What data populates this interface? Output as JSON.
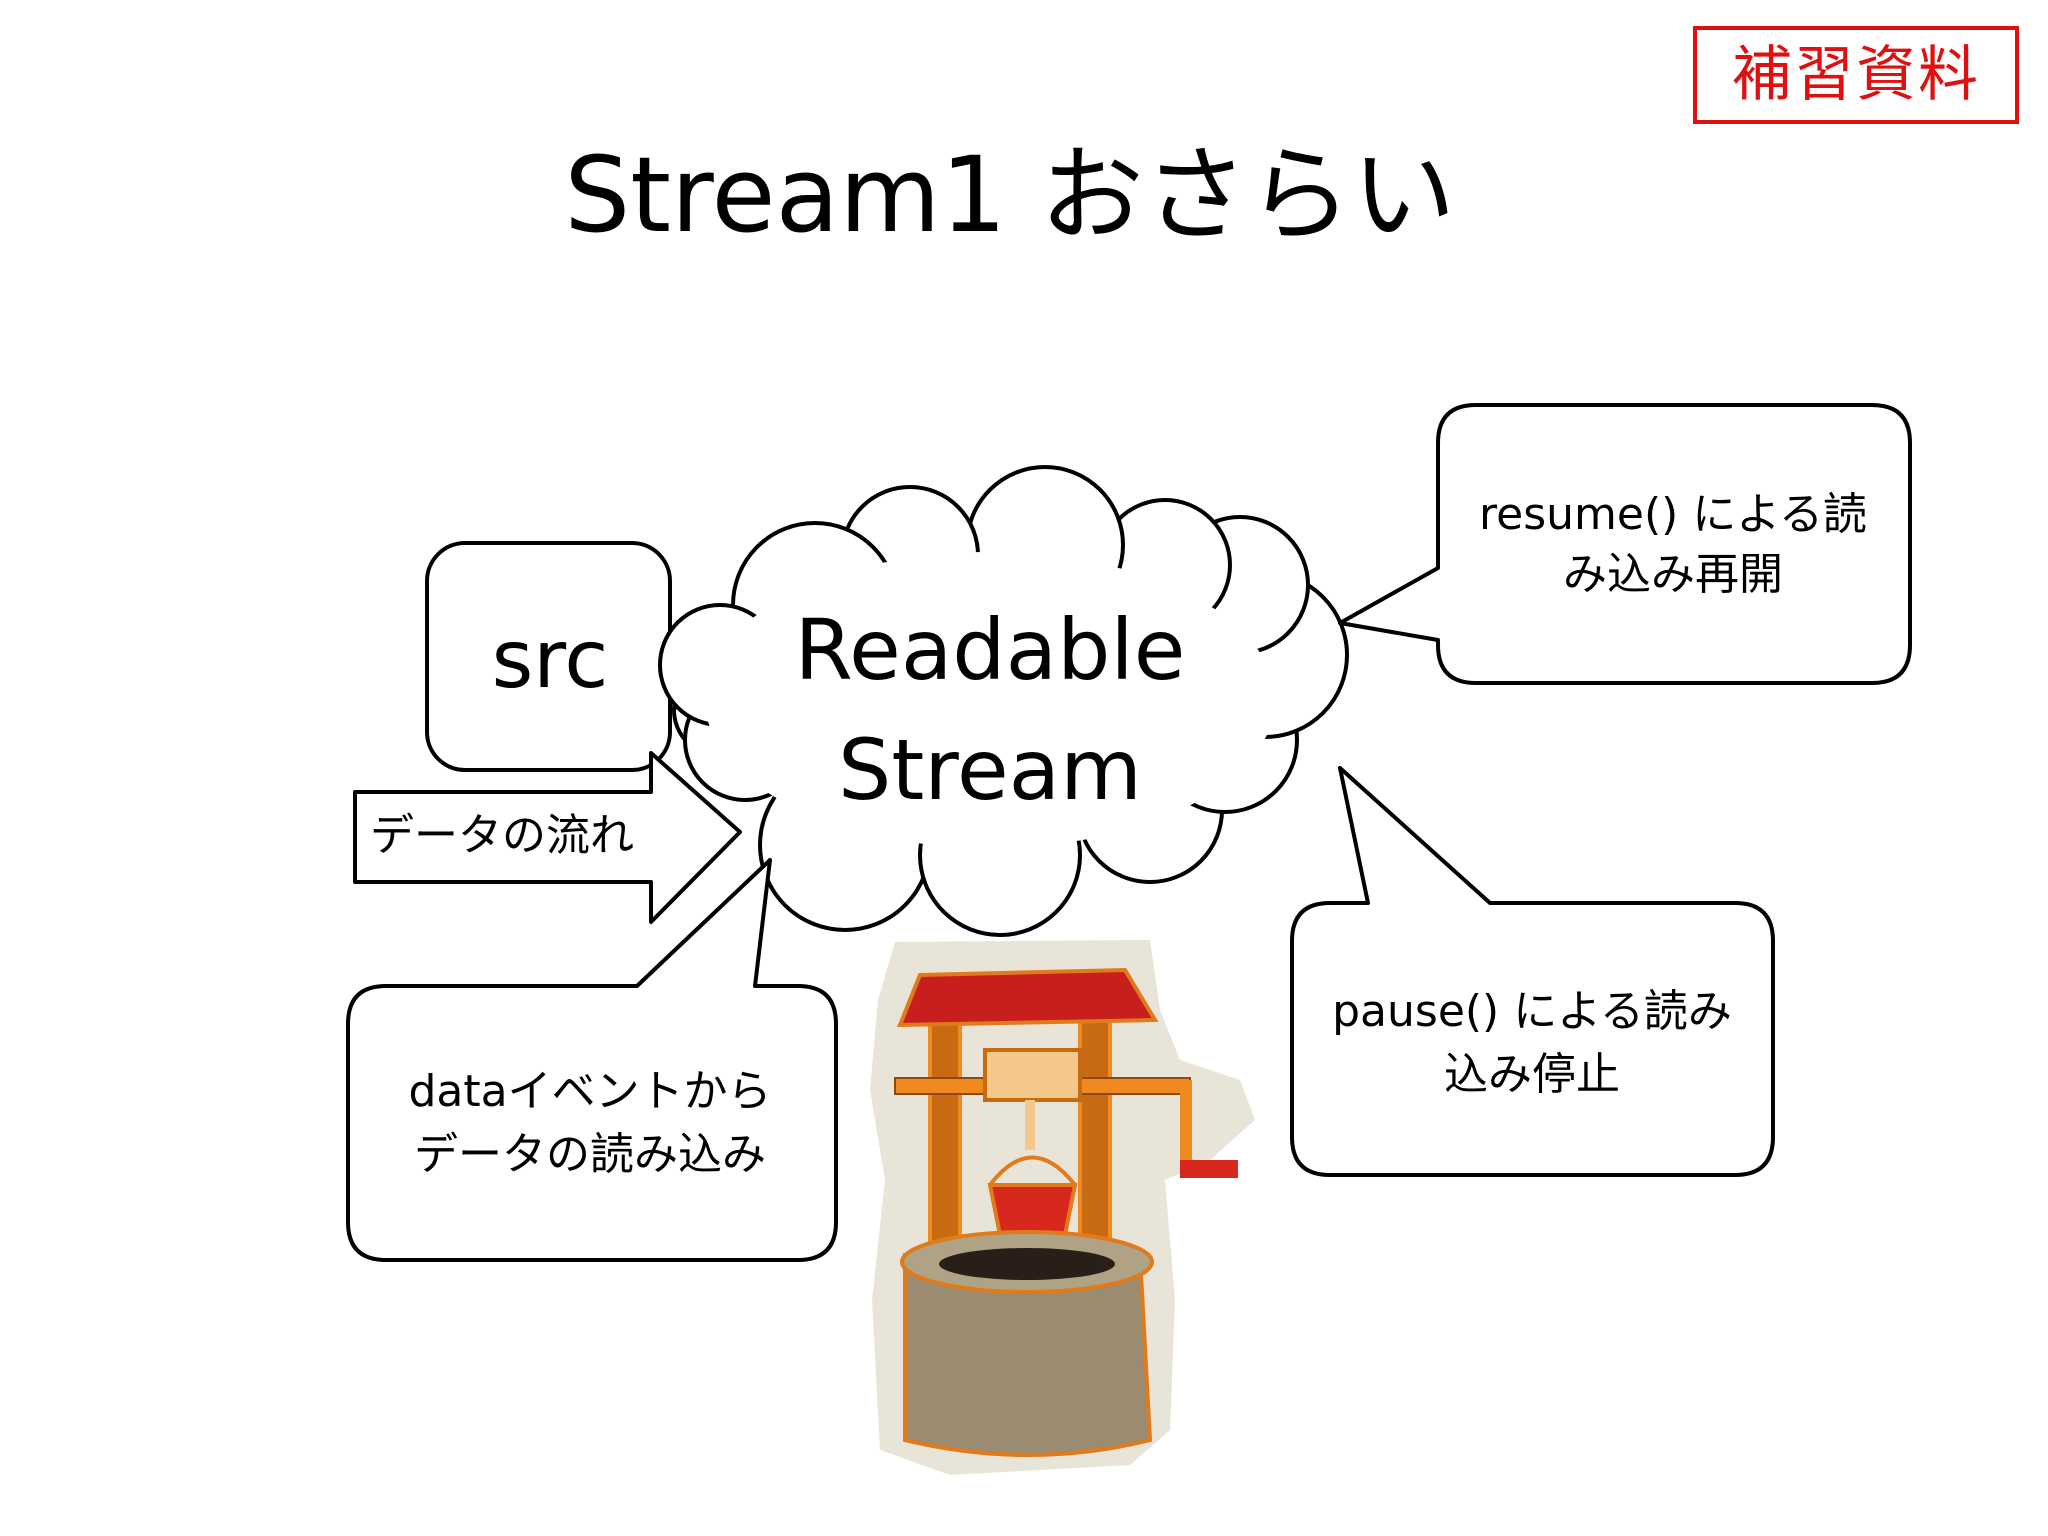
{
  "slide": {
    "stamp": "補習資料",
    "title": "Stream1 おさらい"
  },
  "diagram": {
    "src_box": "src",
    "cloud_line1": "Readable",
    "cloud_line2": "Stream",
    "arrow_label": "データの流れ",
    "resume_callout": [
      "resume() による読",
      "み込み再開"
    ],
    "pause_callout": [
      "pause() による読み",
      "込み停止"
    ],
    "data_callout": [
      "dataイベントから",
      "データの読み込み"
    ]
  },
  "colors": {
    "stamp_red": "#e01010",
    "well_roof": "#c81e1e",
    "well_wood": "#e07a1a",
    "well_stone": "#9b8b70",
    "bucket": "#d8281e"
  },
  "icons": {
    "illustration": "water-well-icon"
  }
}
